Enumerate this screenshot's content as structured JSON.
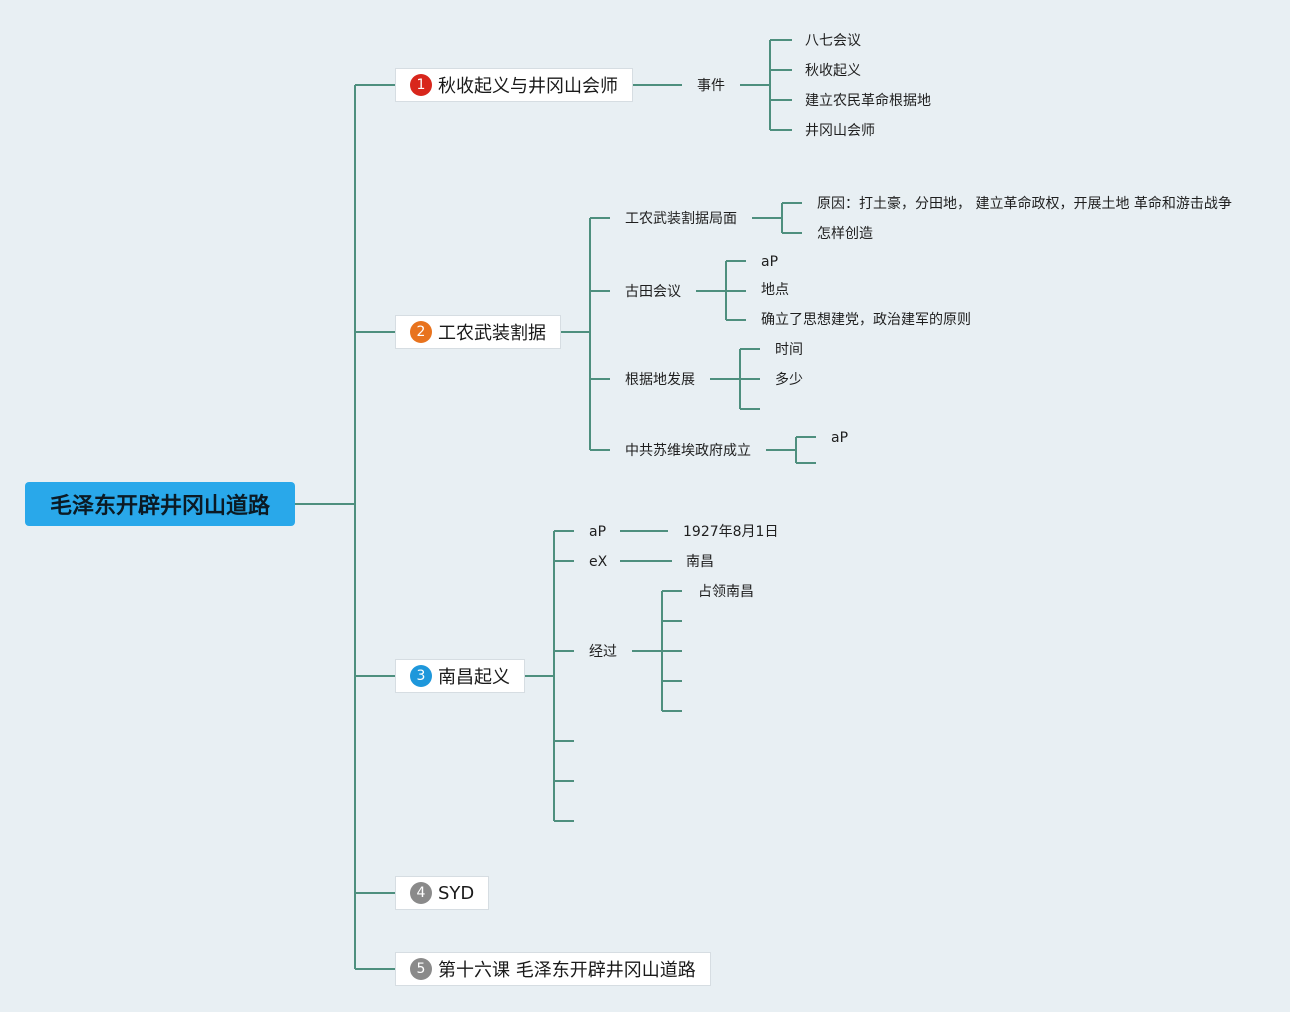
{
  "root": {
    "label": "毛泽东开辟井冈山道路",
    "color": "#29a8ea"
  },
  "line_color": "#4e8f7e",
  "branches": [
    {
      "number": "1",
      "badge_color": "#d8261c",
      "label": "秋收起义与井冈山会师",
      "child": "事件",
      "events": [
        "八七会议",
        "秋收起义",
        "建立农民革命根据地",
        "井冈山会师"
      ]
    },
    {
      "number": "2",
      "badge_color": "#e8731e",
      "label": "工农武装割据",
      "children": [
        {
          "label": "工农武装割据局面",
          "items": [
            "原因：打土豪，分田地， 建立革命政权，开展土地 革命和游击战争",
            "怎样创造"
          ]
        },
        {
          "label": "古田会议",
          "items": [
            "aP",
            "地点",
            "确立了思想建党，政治建军的原则"
          ]
        },
        {
          "label": "根据地发展",
          "items": [
            "时间",
            "多少"
          ]
        },
        {
          "label": "中共苏维埃政府成立",
          "items": [
            "aP"
          ]
        }
      ]
    },
    {
      "number": "3",
      "badge_color": "#1e97db",
      "label": "南昌起义",
      "children": [
        {
          "label": "aP",
          "value": "1927年8月1日"
        },
        {
          "label": "eX",
          "value": "南昌"
        },
        {
          "label": "经过",
          "items": [
            "占领南昌"
          ]
        }
      ]
    },
    {
      "number": "4",
      "badge_color": "#8a8a8a",
      "label": "SYD"
    },
    {
      "number": "5",
      "badge_color": "#8a8a8a",
      "label": "第十六课 毛泽东开辟井冈山道路"
    }
  ]
}
